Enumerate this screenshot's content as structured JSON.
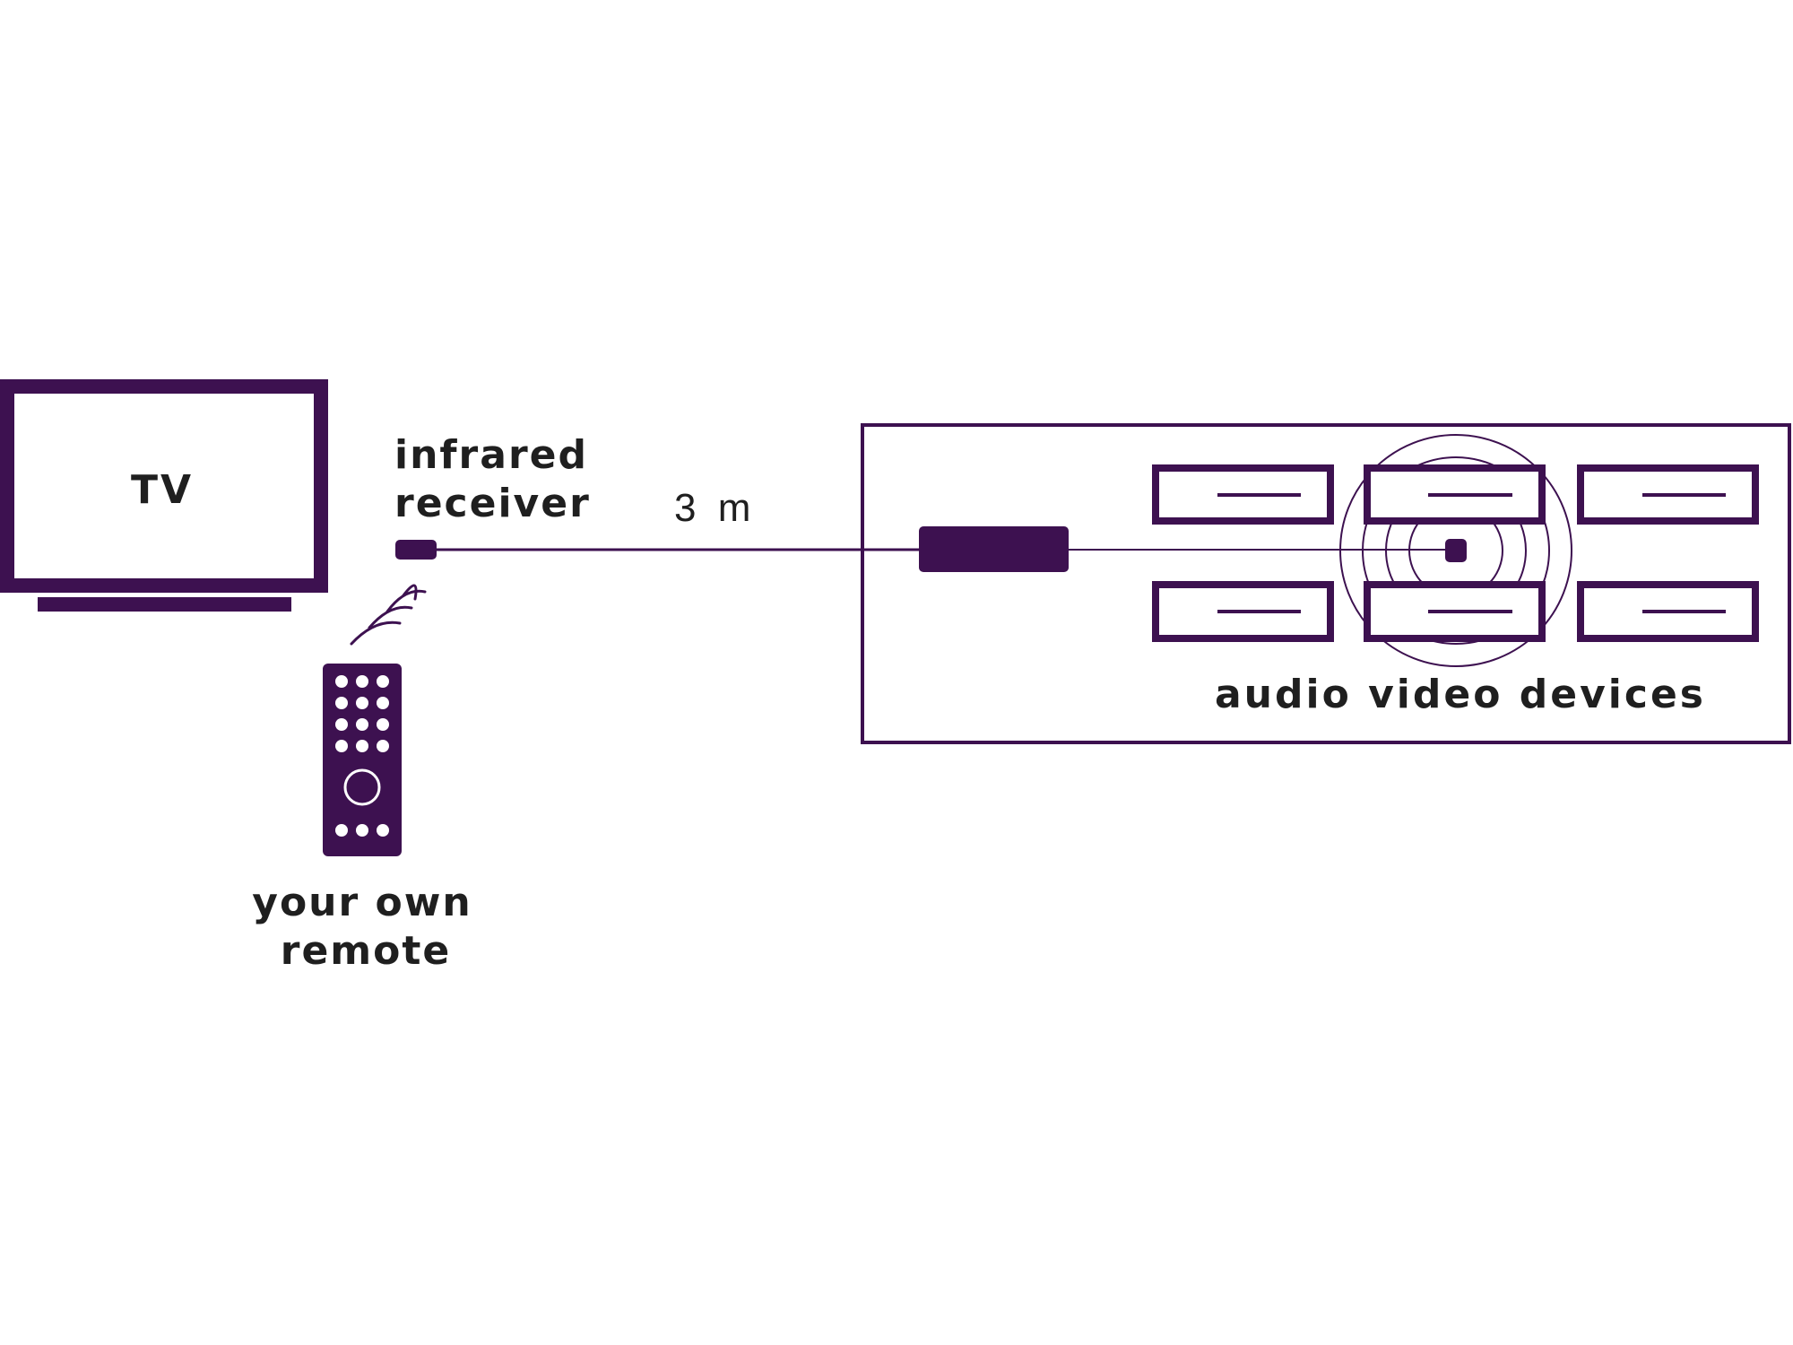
{
  "colors": {
    "accent": "#3d1150",
    "text": "#1f1f1f",
    "background": "#ffffff"
  },
  "labels": {
    "tv": "TV",
    "receiver_line1": "infrared",
    "receiver_line2": "receiver",
    "distance": "3 m",
    "remote_line1": "your own",
    "remote_line2": "remote",
    "devices": "audio video devices"
  },
  "icons": {
    "tv": "tv-icon",
    "receiver": "ir-receiver-icon",
    "ir_waves": "ir-signal-icon",
    "remote": "remote-control-icon",
    "transmitter": "ir-transmitter-box-icon",
    "emitter": "ir-emitter-icon",
    "device": "av-device-icon"
  },
  "devices_count": 6
}
